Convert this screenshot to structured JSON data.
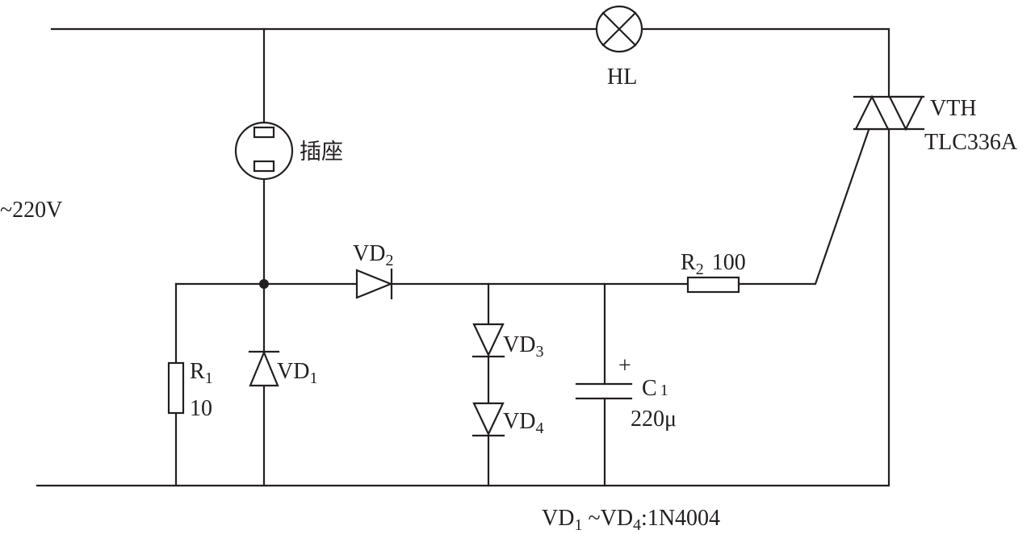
{
  "labels": {
    "lamp": "HL",
    "socket": "插座",
    "supply": "~220V",
    "triac_name": "VTH",
    "triac_part": "TLC336A",
    "vd2": "VD",
    "vd2_sub": "2",
    "r2": "R",
    "r2_sub": "2",
    "r2_value": "100",
    "vd3": "VD",
    "vd3_sub": "3",
    "vd4": "VD",
    "vd4_sub": "4",
    "vd1": "VD",
    "vd1_sub": "1",
    "r1": "R",
    "r1_sub": "1",
    "r1_value": "10",
    "c1": "C",
    "c1_sub": "1",
    "c1_value": "220μ",
    "c1_polarity": "+",
    "note_a": "VD",
    "note_a_sub": "1",
    "note_b": " ~VD",
    "note_b_sub": "4",
    "note_c": ":1N4004"
  }
}
